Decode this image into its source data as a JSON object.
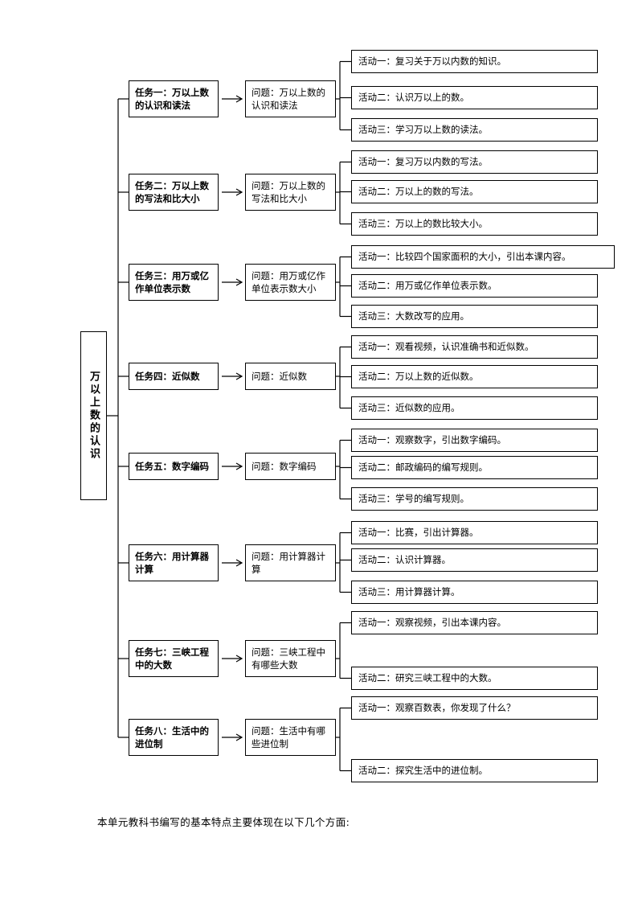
{
  "diagram": {
    "type": "tree",
    "root": {
      "label": "万以上数的认识",
      "orientation": "vertical"
    },
    "caption": "本单元教科书编写的基本特点主要体现在以下几个方面:",
    "rows": [
      {
        "task": "任务一：万以上数的认识和读法",
        "problem": "问题：万以上数的认识和读法",
        "activities": [
          "活动一：复习关于万以内数的知识。",
          "活动二：认识万以上的数。",
          "活动三：学习万以上数的读法。"
        ]
      },
      {
        "task": "任务二：万以上数的写法和比大小",
        "problem": "问题：万以上数的写法和比大小",
        "activities": [
          "活动一：复习万以内数的写法。",
          "活动二：万以上的数的写法。",
          "活动三：万以上的数比较大小。"
        ]
      },
      {
        "task": "任务三：用万或亿作单位表示数",
        "problem": "问题：用万或亿作单位表示数大小",
        "activities": [
          "活动一：比较四个国家面积的大小，引出本课内容。",
          "活动二：用万或亿作单位表示数。",
          "活动三：大数改写的应用。"
        ]
      },
      {
        "task": "任务四：近似数",
        "problem": "问题：近似数",
        "activities": [
          "活动一：观看视频，认识准确书和近似数。",
          "活动二：万以上数的近似数。",
          "活动三：近似数的应用。"
        ]
      },
      {
        "task": "任务五：数字编码",
        "problem": "问题：数字编码",
        "activities": [
          "活动一：观察数字，引出数字编码。",
          "活动二：邮政编码的编写规则。",
          "活动三：学号的编写规则。"
        ]
      },
      {
        "task": "任务六：用计算器计算",
        "problem": "问题：用计算器计算",
        "activities": [
          "活动一：比赛，引出计算器。",
          "活动二：认识计算器。",
          "活动三：用计算器计算。"
        ]
      },
      {
        "task": "任务七：三峡工程中的大数",
        "problem": "问题：三峡工程中有哪些大数",
        "activities": [
          "活动一：观察视频，引出本课内容。",
          "活动二：研究三峡工程中的大数。"
        ]
      },
      {
        "task": "任务八：生活中的进位制",
        "problem": "问题：生活中有哪些进位制",
        "activities": [
          "活动一：观察百数表，你发现了什么？",
          "活动二：探究生活中的进位制。"
        ]
      }
    ]
  }
}
